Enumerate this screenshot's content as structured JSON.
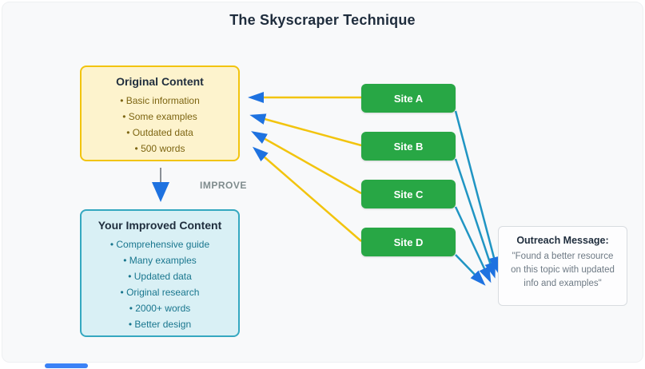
{
  "title": "The Skyscraper Technique",
  "original_box": {
    "title": "Original Content",
    "items": [
      "• Basic information",
      "• Some examples",
      "• Outdated data",
      "• 500 words"
    ]
  },
  "improve_label": "IMPROVE",
  "improved_box": {
    "title": "Your Improved Content",
    "items": [
      "• Comprehensive guide",
      "• Many examples",
      "• Updated data",
      "• Original research",
      "• 2000+ words",
      "• Better design"
    ]
  },
  "sites": [
    {
      "label": "Site A"
    },
    {
      "label": "Site B"
    },
    {
      "label": "Site C"
    },
    {
      "label": "Site D"
    }
  ],
  "outreach_box": {
    "title": "Outreach Message:",
    "body": "\"Found a better resource on this topic with updated info and examples\""
  },
  "colors": {
    "panel_background": "#f8f9fa",
    "original_fill": "#fdf3cd",
    "original_border": "#f2c40e",
    "original_text": "#7d6512",
    "improved_fill": "#d9f0f5",
    "improved_border": "#35a8c0",
    "improved_text": "#19768e",
    "site_green": "#28a745",
    "arrow_yellow": "#f2c40e",
    "arrowhead_blue": "#1e72e0",
    "outreach_line_blue": "#2095c3",
    "heading_text": "#1f2d3d",
    "muted_gray": "#7f8c8d"
  }
}
